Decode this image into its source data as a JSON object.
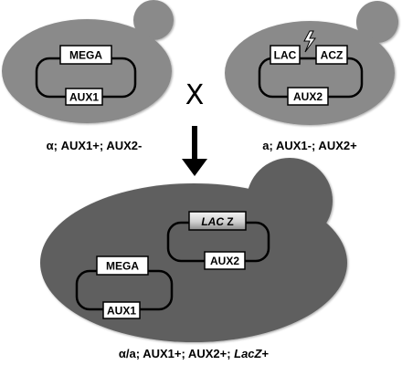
{
  "cross_symbol": "X",
  "alpha_cell": {
    "top_box": "MEGA",
    "bottom_box": "AUX1",
    "caption": "α; AUX1+; AUX2-"
  },
  "a_cell": {
    "left_box": "LAC",
    "right_box": "ACZ",
    "bottom_box": "AUX2",
    "caption": "a; AUX1-; AUX2+"
  },
  "diploid_cell": {
    "lacz_box_italic": "LAC",
    "lacz_box_plain": " Z",
    "aux2_box": "AUX2",
    "mega_box": "MEGA",
    "aux1_box": "AUX1",
    "caption_main": "α/a; AUX1+; AUX2+; ",
    "caption_italic": "LacZ",
    "caption_tail": "+"
  },
  "colors": {
    "haploid_fill": "#8a8a8a",
    "diploid_fill": "#5f5f5f",
    "box_fill": "#ffffff",
    "lacz_gradient_top": "#f2f2f2",
    "lacz_gradient_bottom": "#9a9a9a"
  }
}
